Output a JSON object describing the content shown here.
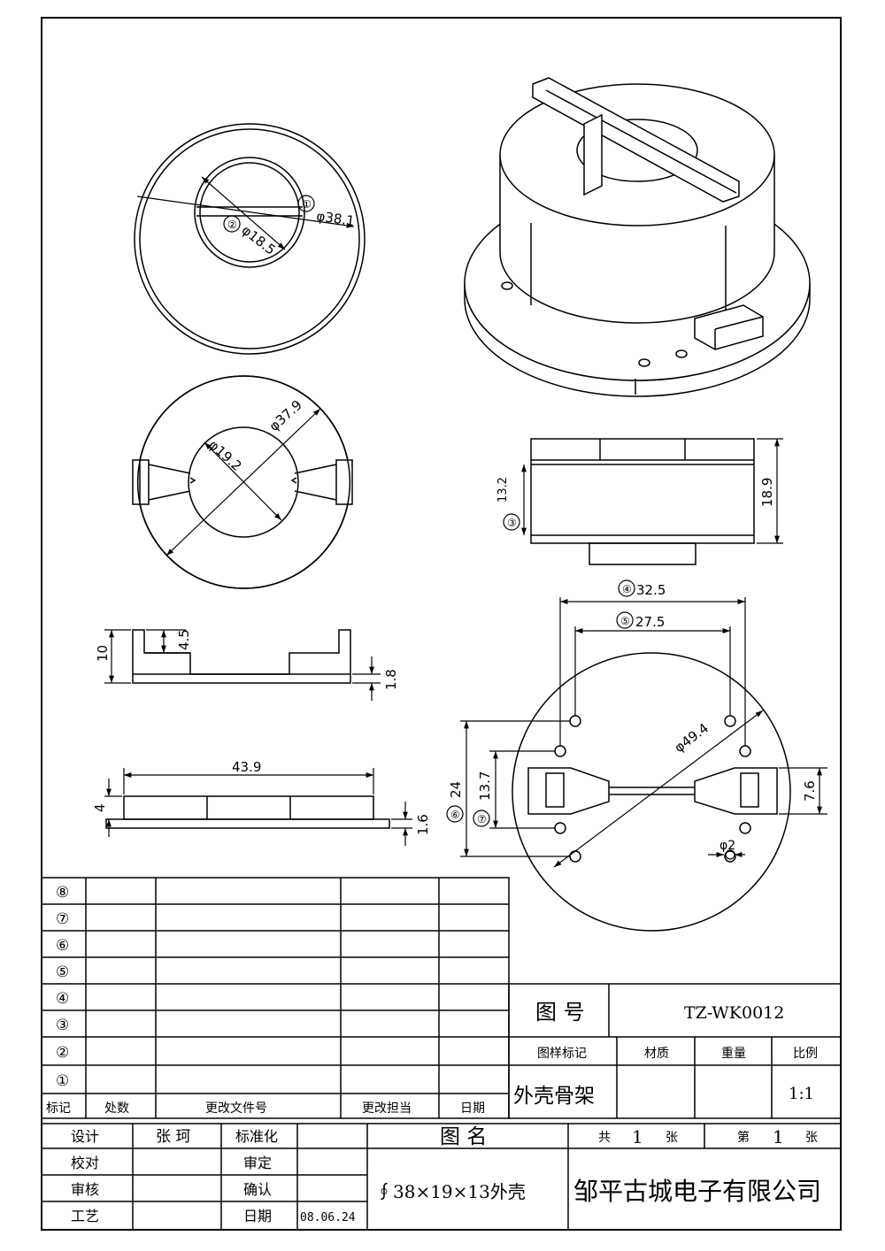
{
  "dims": {
    "d38_1": {
      "mark": "①",
      "value": "φ38.1"
    },
    "d18_5": {
      "mark": "②",
      "value": "φ18.5"
    },
    "d37_9": "φ37.9",
    "d19_2": "φ19.2",
    "d13_2": {
      "mark": "③",
      "value": "13.2"
    },
    "d18_9": "18.9",
    "d4_5": "4.5",
    "d10": "10",
    "d1_8": "1.8",
    "d43_9": "43.9",
    "d4": "4",
    "d1_6": "1.6",
    "d32_5": {
      "mark": "④",
      "value": "32.5"
    },
    "d27_5": {
      "mark": "⑤",
      "value": "27.5"
    },
    "d49_4": "φ49.4",
    "d24": {
      "mark": "⑥",
      "value": "24"
    },
    "d13_7": {
      "mark": "⑦",
      "value": "13.7"
    },
    "d7_6": "7.6",
    "d2": "φ2"
  },
  "revision_table": {
    "marks": [
      "⑧",
      "⑦",
      "⑥",
      "⑤",
      "④",
      "③",
      "②",
      "①"
    ],
    "headers": [
      "标记",
      "处数",
      "更改文件号",
      "更改担当",
      "日期"
    ]
  },
  "title_block": {
    "drawing_no_label": "图  号",
    "drawing_no": "TZ-WK0012",
    "sample_mark_label": "图样标记",
    "material_label": "材质",
    "weight_label": "重量",
    "scale_label": "比例",
    "part_name": "外壳骨架",
    "scale": "1:1",
    "drawing_name_label": "图  名",
    "total_label": "共",
    "total": "1",
    "sheet_unit": "张",
    "sheet_label": "第",
    "sheet": "1",
    "sheet_unit2": "张",
    "design_label": "设计",
    "designer": "张  珂",
    "standard_label": "标准化",
    "check_label": "校对",
    "approve_label": "审定",
    "review_label": "审核",
    "confirm_label": "确认",
    "process_label": "工艺",
    "date_label": "日期",
    "date": "08.06.24",
    "drawing_name": "∮38×19×13外壳",
    "company": "邹平古城电子有限公司"
  }
}
